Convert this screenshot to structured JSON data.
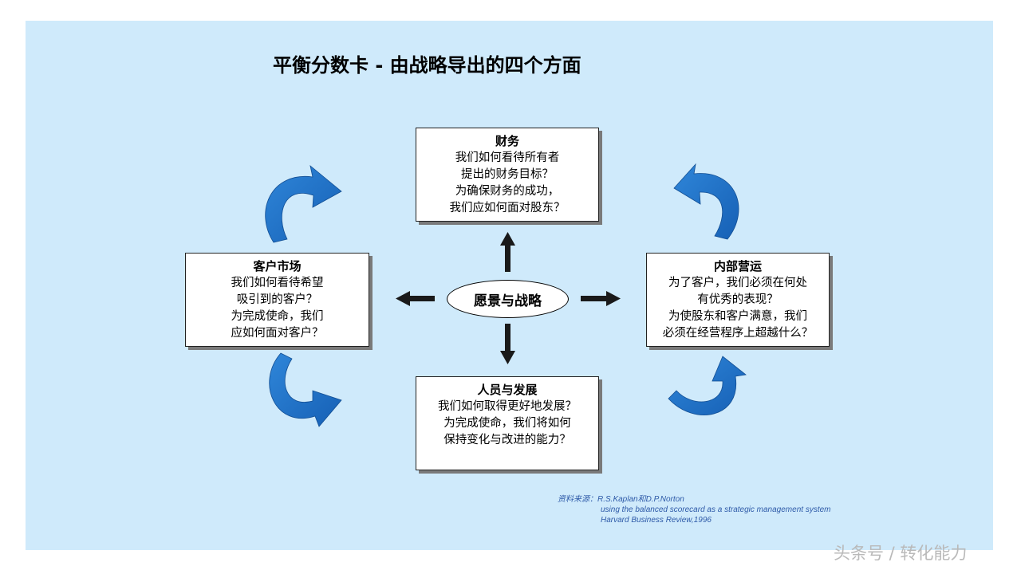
{
  "title": "平衡分数卡 - 由战略导出的四个方面",
  "center": "愿景与战略",
  "boxes": {
    "finance": {
      "heading": "财务",
      "lines": [
        "我们如何看待所有者",
        "提出的财务目标？",
        "为确保财务的成功，",
        "我们应如何面对股东？"
      ]
    },
    "customer": {
      "heading": "客户市场",
      "lines": [
        "我们如何看待希望",
        "吸引到的客户？",
        "为完成使命，我们",
        "应如何面对客户？"
      ]
    },
    "internal": {
      "heading": "内部营运",
      "lines": [
        "为了客户，我们必须在何处",
        "有优秀的表现？",
        "为使股东和客户满意，我们",
        "必须在经营程序上超越什么？"
      ]
    },
    "people": {
      "heading": "人员与发展",
      "lines": [
        "我们如何取得更好地发展？",
        "为完成使命，我们将如何",
        "保持变化与改进的能力？"
      ]
    }
  },
  "source": {
    "line1": "资料来源：R.S.Kaplan和D.P.Norton",
    "line2": "using the balanced scorecard as a strategic management system",
    "line3": "Harvard Business Review,1996"
  },
  "watermark": "头条号 / 转化能力",
  "colors": {
    "background": "#cfeafb",
    "curved_arrow": "#1f73c9",
    "straight_arrow": "#1a1a1a"
  }
}
